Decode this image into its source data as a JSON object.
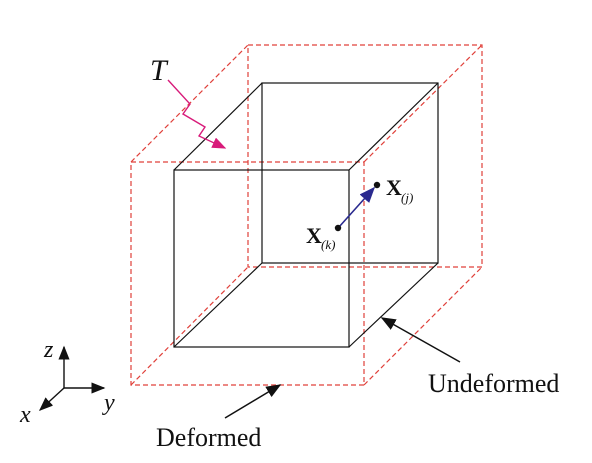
{
  "labels": {
    "temperature": "T",
    "point_j_main": "X",
    "point_j_sub": "(j)",
    "point_k_main": "X",
    "point_k_sub": "(k)",
    "undeformed": "Undeformed",
    "deformed": "Deformed",
    "axis_z": "z",
    "axis_y": "y",
    "axis_x": "x"
  },
  "colors": {
    "undeformed_edges": "#111111",
    "deformed_edges": "#e0403a",
    "temperature_arrow": "#d81b7a",
    "vector_arrow": "#2a2a8f"
  }
}
